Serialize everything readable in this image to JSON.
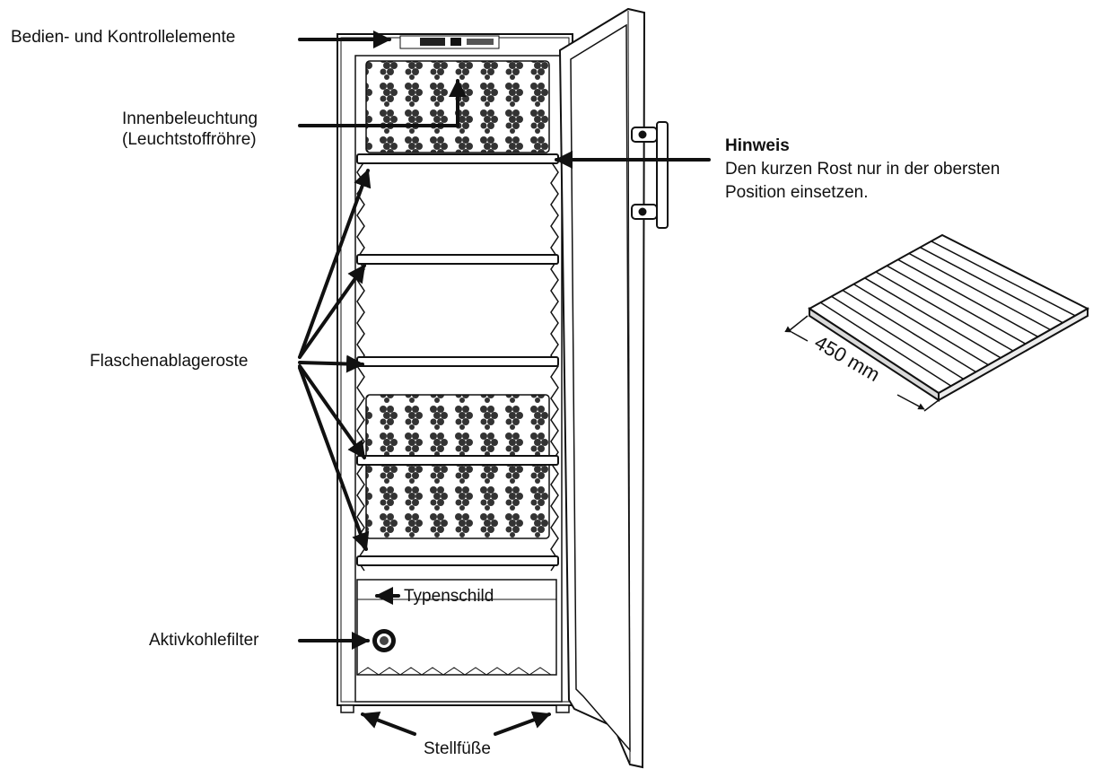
{
  "labels": {
    "controls": "Bedien- und Kontrollelemente",
    "lighting_line1": "Innenbeleuchtung",
    "lighting_line2": "(Leuchtstoffröhre)",
    "shelves": "Flaschenablageroste",
    "typeplate": "Typenschild",
    "filter": "Aktivkohlefilter",
    "feet": "Stellfüße"
  },
  "note": {
    "title": "Hinweis",
    "line1": "Den kurzen Rost nur in der obersten",
    "line2": "Position einsetzen."
  },
  "dimension": "450 mm",
  "colors": {
    "line": "#111111",
    "panel": "#ffffff",
    "shade": "#d9d9d9"
  }
}
